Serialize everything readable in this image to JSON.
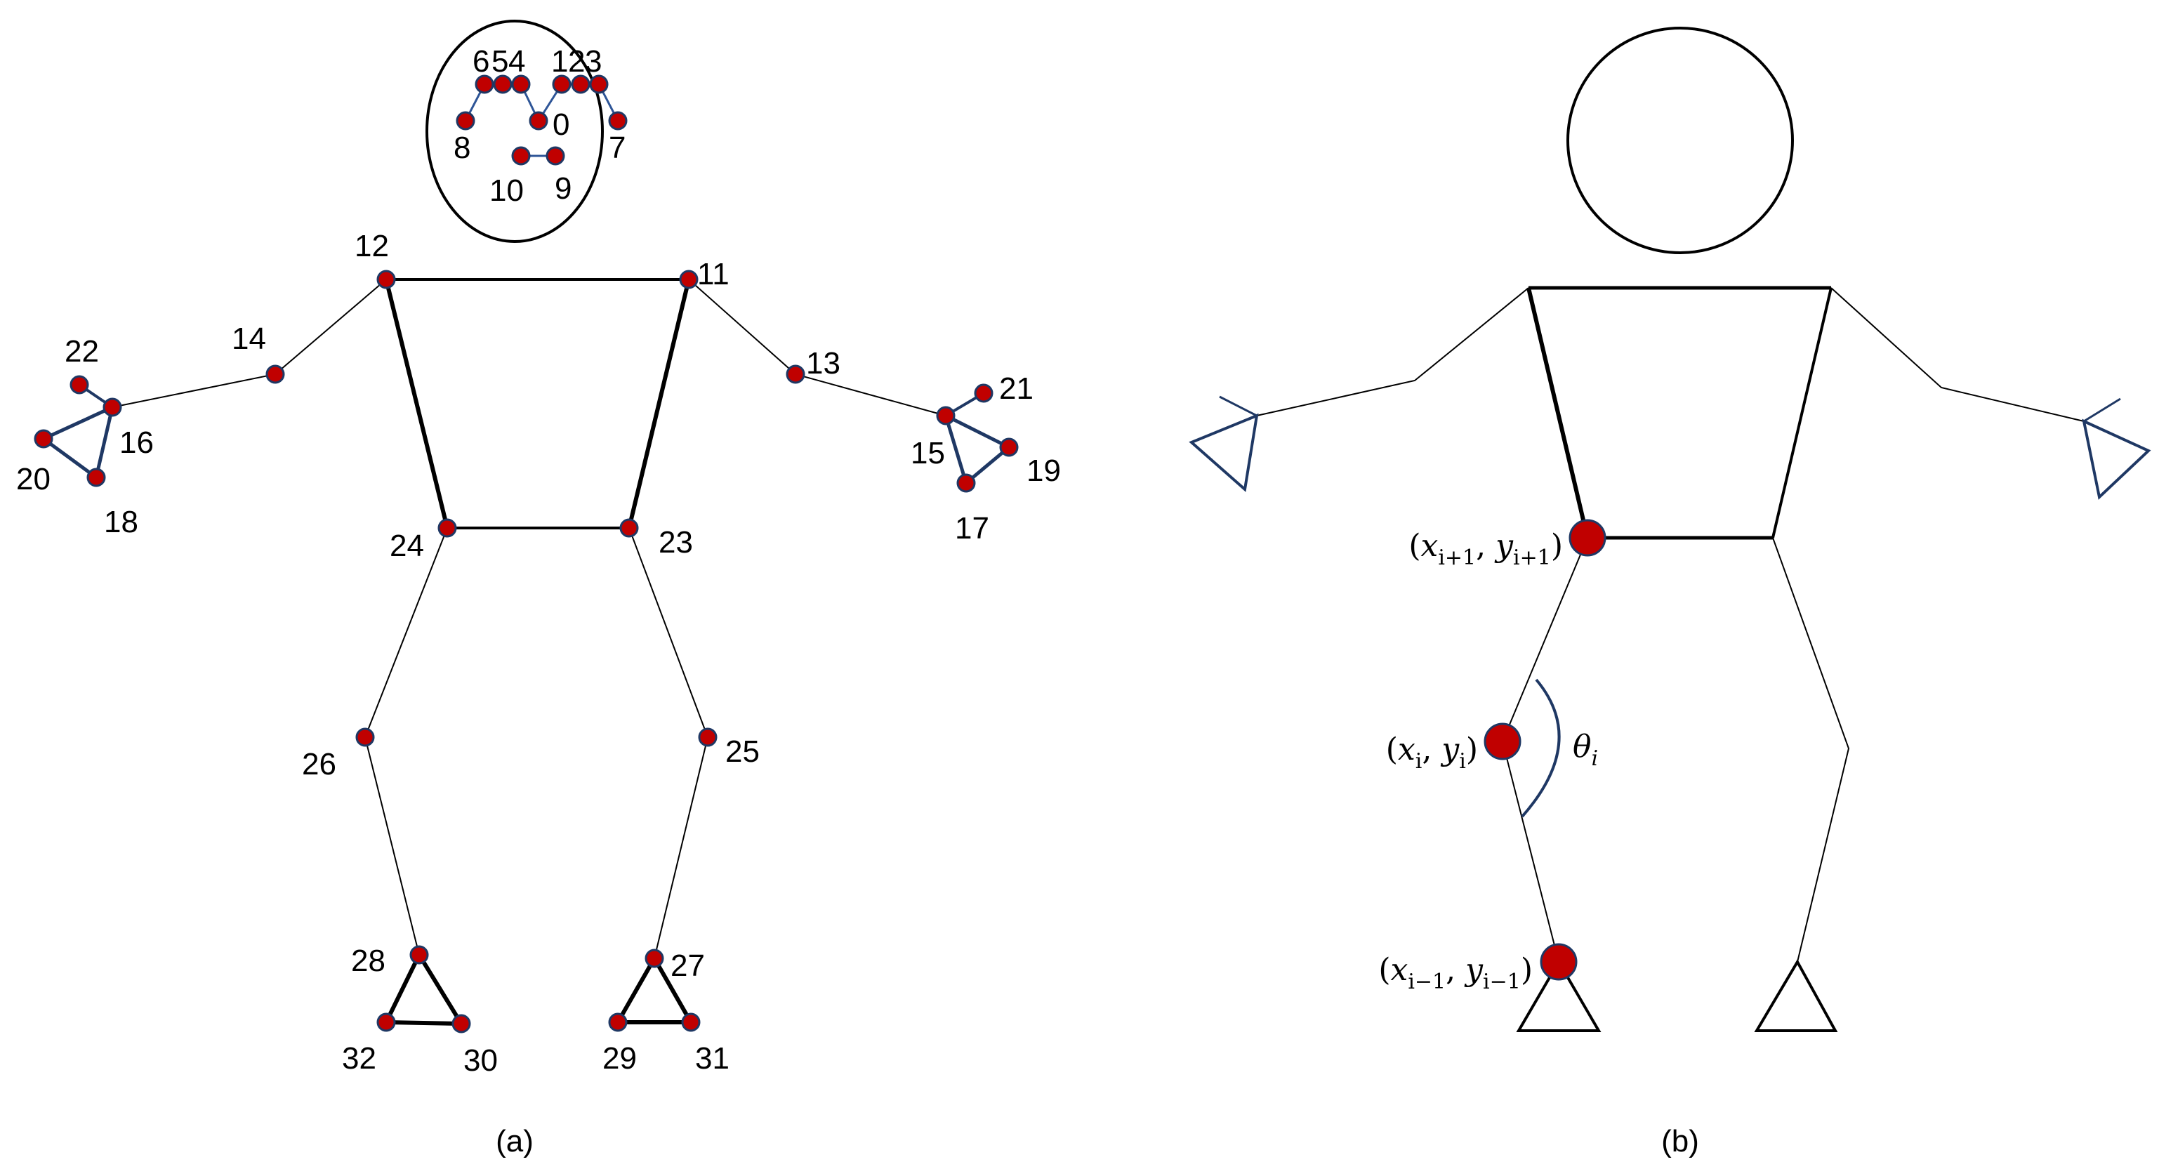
{
  "panel_a": {
    "caption": "(a)",
    "landmarks": [
      {
        "id": "0",
        "text": "0"
      },
      {
        "id": "1",
        "text": "1"
      },
      {
        "id": "2",
        "text": "2"
      },
      {
        "id": "3",
        "text": "3"
      },
      {
        "id": "4",
        "text": "4"
      },
      {
        "id": "5",
        "text": "5"
      },
      {
        "id": "6",
        "text": "6"
      },
      {
        "id": "7",
        "text": "7"
      },
      {
        "id": "8",
        "text": "8"
      },
      {
        "id": "9",
        "text": "9"
      },
      {
        "id": "10",
        "text": "10"
      },
      {
        "id": "11",
        "text": "11"
      },
      {
        "id": "12",
        "text": "12"
      },
      {
        "id": "13",
        "text": "13"
      },
      {
        "id": "14",
        "text": "14"
      },
      {
        "id": "15",
        "text": "15"
      },
      {
        "id": "16",
        "text": "16"
      },
      {
        "id": "17",
        "text": "17"
      },
      {
        "id": "18",
        "text": "18"
      },
      {
        "id": "19",
        "text": "19"
      },
      {
        "id": "20",
        "text": "20"
      },
      {
        "id": "21",
        "text": "21"
      },
      {
        "id": "22",
        "text": "22"
      },
      {
        "id": "23",
        "text": "23"
      },
      {
        "id": "24",
        "text": "24"
      },
      {
        "id": "25",
        "text": "25"
      },
      {
        "id": "26",
        "text": "26"
      },
      {
        "id": "27",
        "text": "27"
      },
      {
        "id": "28",
        "text": "28"
      },
      {
        "id": "29",
        "text": "29"
      },
      {
        "id": "30",
        "text": "30"
      },
      {
        "id": "31",
        "text": "31"
      },
      {
        "id": "32",
        "text": "32"
      }
    ]
  },
  "panel_b": {
    "caption": "(b)",
    "joint_upper": {
      "x": "x",
      "y": "y",
      "sub": "i+1"
    },
    "joint_mid": {
      "x": "x",
      "y": "y",
      "sub": "i"
    },
    "joint_lower": {
      "x": "x",
      "y": "y",
      "sub": "i−1"
    },
    "angle_symbol": "θ",
    "angle_sub": "i"
  },
  "colors": {
    "joint_fill": "#c00000",
    "joint_stroke": "#1f3864",
    "face_line": "#2e5597",
    "line": "#000000"
  }
}
